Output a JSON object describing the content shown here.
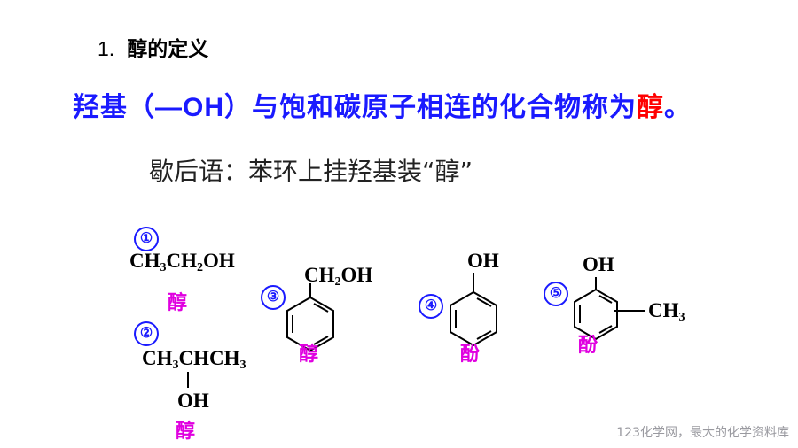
{
  "heading": {
    "number": "1.",
    "text": "醇的定义"
  },
  "definition": {
    "main": "羟基（—OH）与饱和碳原子相连的化合物称为",
    "highlight": "醇",
    "end": "。"
  },
  "saying": "歇后语：苯环上挂羟基装“醇”",
  "examples": [
    {
      "badge": "①",
      "formula": [
        "CH",
        "3",
        "CH",
        "2",
        "OH"
      ],
      "class": "醇"
    },
    {
      "badge": "②",
      "formula_main": [
        "CH",
        "3",
        "CHCH",
        "3"
      ],
      "formula_branch": "OH",
      "class": "醇"
    },
    {
      "badge": "③",
      "substituent": [
        "CH",
        "2",
        "OH"
      ],
      "class": "醇"
    },
    {
      "badge": "④",
      "substituent": "OH",
      "class": "酚"
    },
    {
      "badge": "⑤",
      "substituent_top": "OH",
      "substituent_side": [
        "CH",
        "3"
      ],
      "class": "酚"
    }
  ],
  "watermark": "123化学网，最大的化学资料库"
}
